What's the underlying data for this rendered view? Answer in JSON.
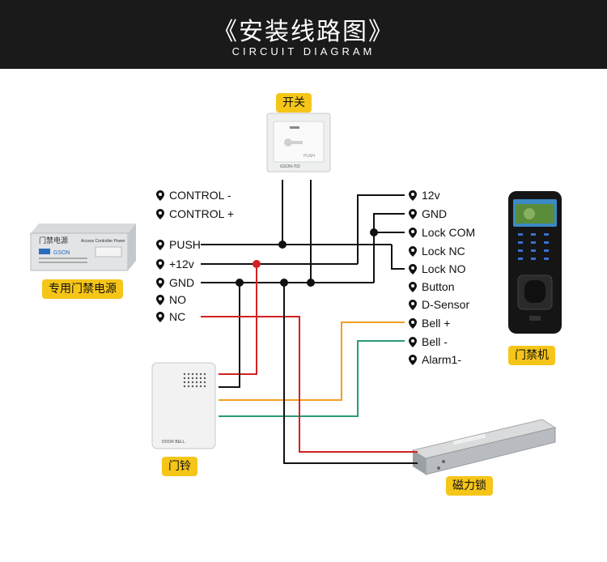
{
  "header": {
    "title": "《安装线路图》",
    "subtitle": "CIRCUIT DIAGRAM"
  },
  "devices": {
    "switch": {
      "label": "开关",
      "model": "GSON-702",
      "button_text": "PUSH"
    },
    "power_supply": {
      "label": "专用门禁电源",
      "brand": "GSON",
      "chinese_mark": "门禁电源",
      "title_text": "Access Controller Power"
    },
    "controller": {
      "label": "门禁机"
    },
    "door_bell": {
      "label": "门铃",
      "text": "DOOR BELL"
    },
    "mag_lock": {
      "label": "磁力锁"
    }
  },
  "power_terminals": [
    "CONTROL -",
    "CONTROL +",
    "PUSH",
    "+12v",
    "GND",
    "NO",
    "NC"
  ],
  "controller_terminals": [
    "12v",
    "GND",
    "Lock COM",
    "Lock NC",
    "Lock NO",
    "Button",
    "D-Sensor",
    "Bell +",
    "Bell -",
    "Alarm1-"
  ],
  "wire_colors": {
    "black": "#111111",
    "red": "#d42020",
    "orange": "#f0a020",
    "green": "#2a9a7a",
    "junction_red": "#d42020"
  }
}
